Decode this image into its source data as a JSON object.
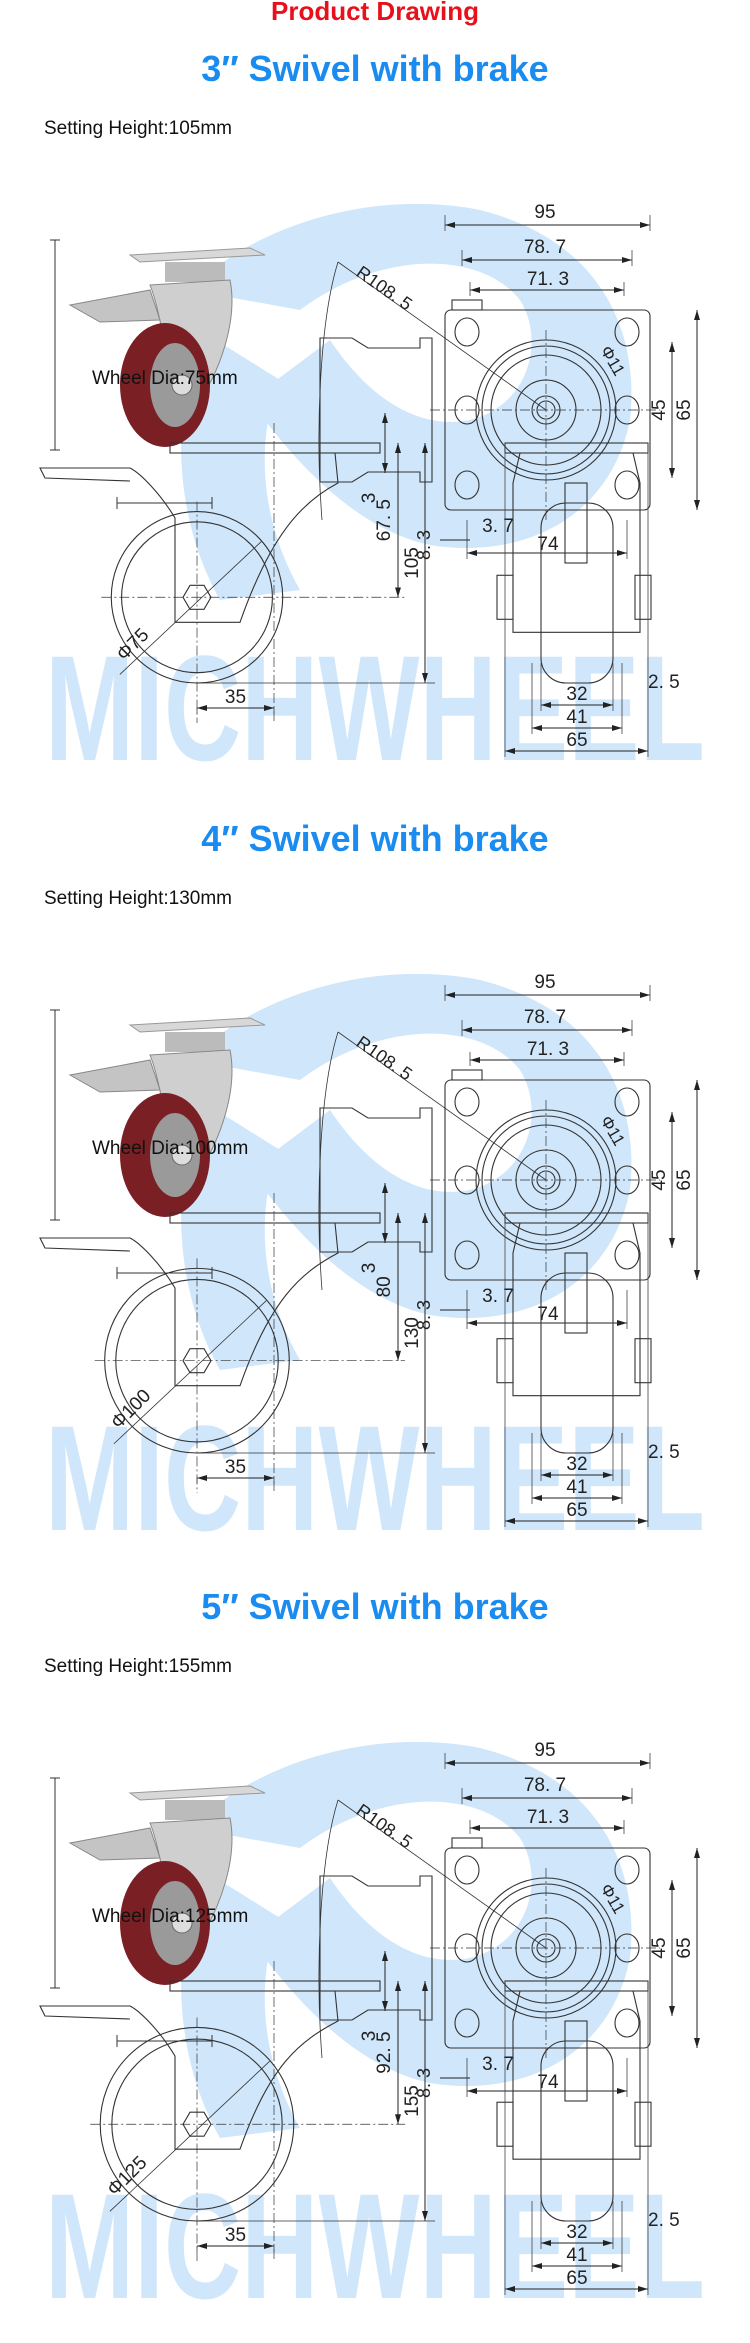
{
  "header": {
    "title": "Product Drawing"
  },
  "colors": {
    "title_red": "#e8101a",
    "section_blue": "#1a8cf0",
    "watermark": "#cfe6fb",
    "wheel": "#7a1f24"
  },
  "watermark": "MICHWHEEL",
  "sections": [
    {
      "title": "3″ Swivel with brake",
      "setting_height": "Setting Height:105mm",
      "wheel_dia": "Wheel Dia:75mm",
      "height_mm": 105,
      "dia_mm": 75,
      "top_dims": {
        "d95": "95",
        "d78": "78. 7",
        "d71": "71. 3",
        "r": "R108. 5",
        "hole": "Φ11",
        "d45": "45",
        "d65": "65",
        "d83": "8. 3",
        "d37": "3. 7",
        "d74": "74"
      },
      "side_dims": {
        "d3": "3",
        "offset": "67. 5",
        "height": "105",
        "dia": "Φ75",
        "swivel": "35"
      },
      "front_dims": {
        "d25": "2. 5",
        "d32": "32",
        "d41": "41",
        "d65": "65"
      }
    },
    {
      "title": "4″ Swivel with brake",
      "setting_height": "Setting Height:130mm",
      "wheel_dia": "Wheel Dia:100mm",
      "height_mm": 130,
      "dia_mm": 100,
      "top_dims": {
        "d95": "95",
        "d78": "78. 7",
        "d71": "71. 3",
        "r": "R108. 5",
        "hole": "Φ11",
        "d45": "45",
        "d65": "65",
        "d83": "8. 3",
        "d37": "3. 7",
        "d74": "74"
      },
      "side_dims": {
        "d3": "3",
        "offset": "80",
        "height": "130",
        "dia": "Φ100",
        "swivel": "35"
      },
      "front_dims": {
        "d25": "2. 5",
        "d32": "32",
        "d41": "41",
        "d65": "65"
      }
    },
    {
      "title": "5″ Swivel with brake",
      "setting_height": "Setting Height:155mm",
      "wheel_dia": "Wheel Dia:125mm",
      "height_mm": 155,
      "dia_mm": 125,
      "top_dims": {
        "d95": "95",
        "d78": "78. 7",
        "d71": "71. 3",
        "r": "R108. 5",
        "hole": "Φ11",
        "d45": "45",
        "d65": "65",
        "d83": "8. 3",
        "d37": "3. 7",
        "d74": "74"
      },
      "side_dims": {
        "d3": "3",
        "offset": "92. 5",
        "height": "155",
        "dia": "Φ125",
        "swivel": "35"
      },
      "front_dims": {
        "d25": "2. 5",
        "d32": "32",
        "d41": "41",
        "d65": "65"
      }
    }
  ]
}
